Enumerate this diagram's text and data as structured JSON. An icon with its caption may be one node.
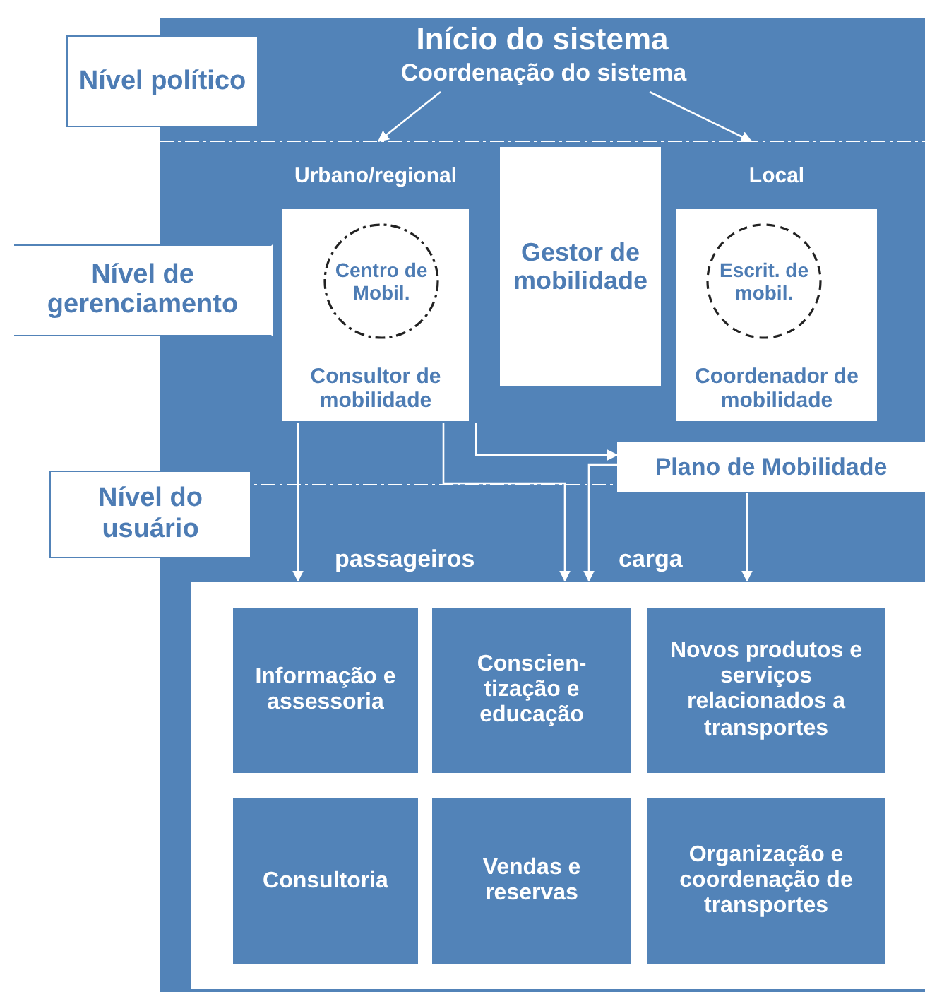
{
  "diagram": {
    "nodes": [
      {
        "text": [
          "Início do sistema"
        ]
      },
      {
        "text": [
          "Coordenação do sistema"
        ],
        "in": 0
      },
      {
        "text": [
          "Nível político"
        ]
      },
      {
        "text": [
          "Nível de gerenciamento"
        ]
      },
      {
        "text": [
          "Nível do usuário"
        ]
      },
      {
        "text": [
          "Urbano/regional",
          "Consultor de mobilidade"
        ],
        "in": 0
      },
      {
        "text": [
          "Centro de Mobil."
        ],
        "in": 5
      },
      {
        "text": [
          "Gestor de mobilidade"
        ],
        "in": 0
      },
      {
        "text": [
          "Local",
          "Coordenador de mobilidade"
        ],
        "in": 0
      },
      {
        "text": [
          "Escrit. de mobil."
        ],
        "in": 8
      },
      {
        "text": [
          "Plano de Mobilidade"
        ],
        "in": 0
      },
      {
        "text": [],
        "shape": "box",
        "in": 0
      },
      {
        "text": [
          "Informação e assessoria"
        ],
        "in": 11
      },
      {
        "text": [
          "Conscien-tização e educação"
        ],
        "in": 11
      },
      {
        "text": [
          "Novos produtos e serviços relacionados a transportes"
        ],
        "in": 11
      },
      {
        "text": [
          "Consultoria"
        ],
        "in": 11
      },
      {
        "text": [
          "Vendas e reservas"
        ],
        "in": 11
      },
      {
        "text": [
          "Organização e coordenação de transportes"
        ],
        "in": 11
      }
    ],
    "edges": [
      {
        "from": 1,
        "to": 5,
        "arrow": "to"
      },
      {
        "from": 1,
        "to": 8,
        "arrow": "to"
      },
      {
        "from": 5,
        "to": 11,
        "arrow": "to"
      },
      {
        "from": 5,
        "to": 11,
        "arrow": "to"
      },
      {
        "from": 5,
        "to": 10,
        "arrow": "to"
      },
      {
        "from": 10,
        "to": 11,
        "arrow": "to"
      },
      {
        "from": 10,
        "to": 11,
        "arrow": "to"
      }
    ],
    "labels": [
      "passageiros",
      "carga"
    ]
  }
}
